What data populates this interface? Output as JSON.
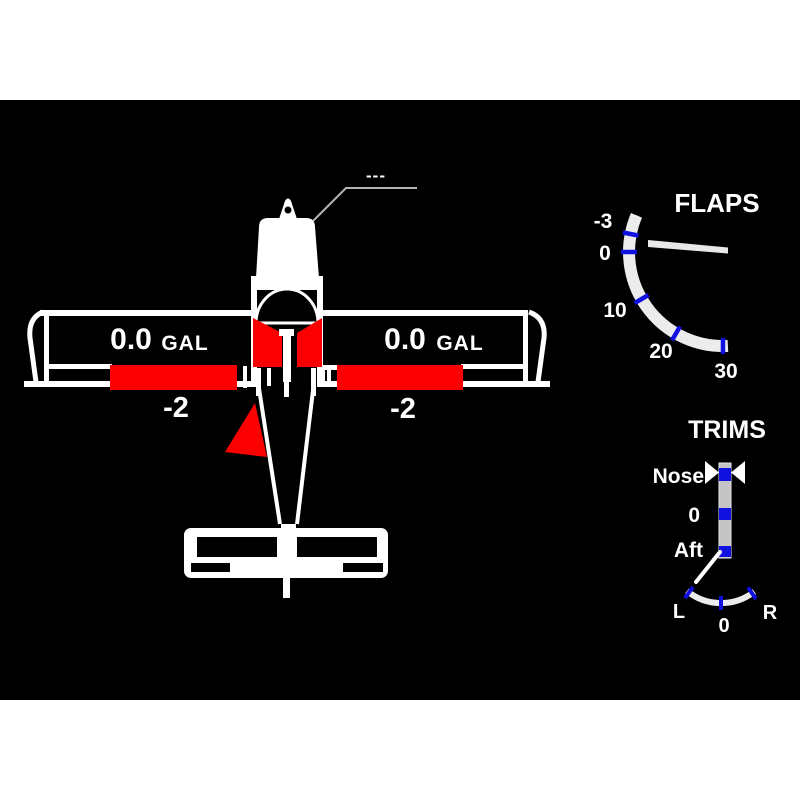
{
  "display": {
    "fuel": {
      "left": {
        "value": "0.0",
        "unit": "GAL",
        "aux": "-2"
      },
      "right": {
        "value": "0.0",
        "unit": "GAL",
        "aux": "-2"
      }
    },
    "nose_readout": "---",
    "flaps": {
      "title": "FLAPS",
      "ticks": [
        "-3",
        "0",
        "10",
        "20",
        "30"
      ]
    },
    "trims": {
      "title": "TRIMS",
      "pitch_labels": [
        "Nose",
        "0",
        "Aft"
      ],
      "yaw_labels": [
        "L",
        "0",
        "R"
      ]
    },
    "colors": {
      "background": "#000000",
      "letterbox": "#ffffff",
      "warning_red": "#fb0000",
      "tick_blue": "#1010e0"
    }
  }
}
